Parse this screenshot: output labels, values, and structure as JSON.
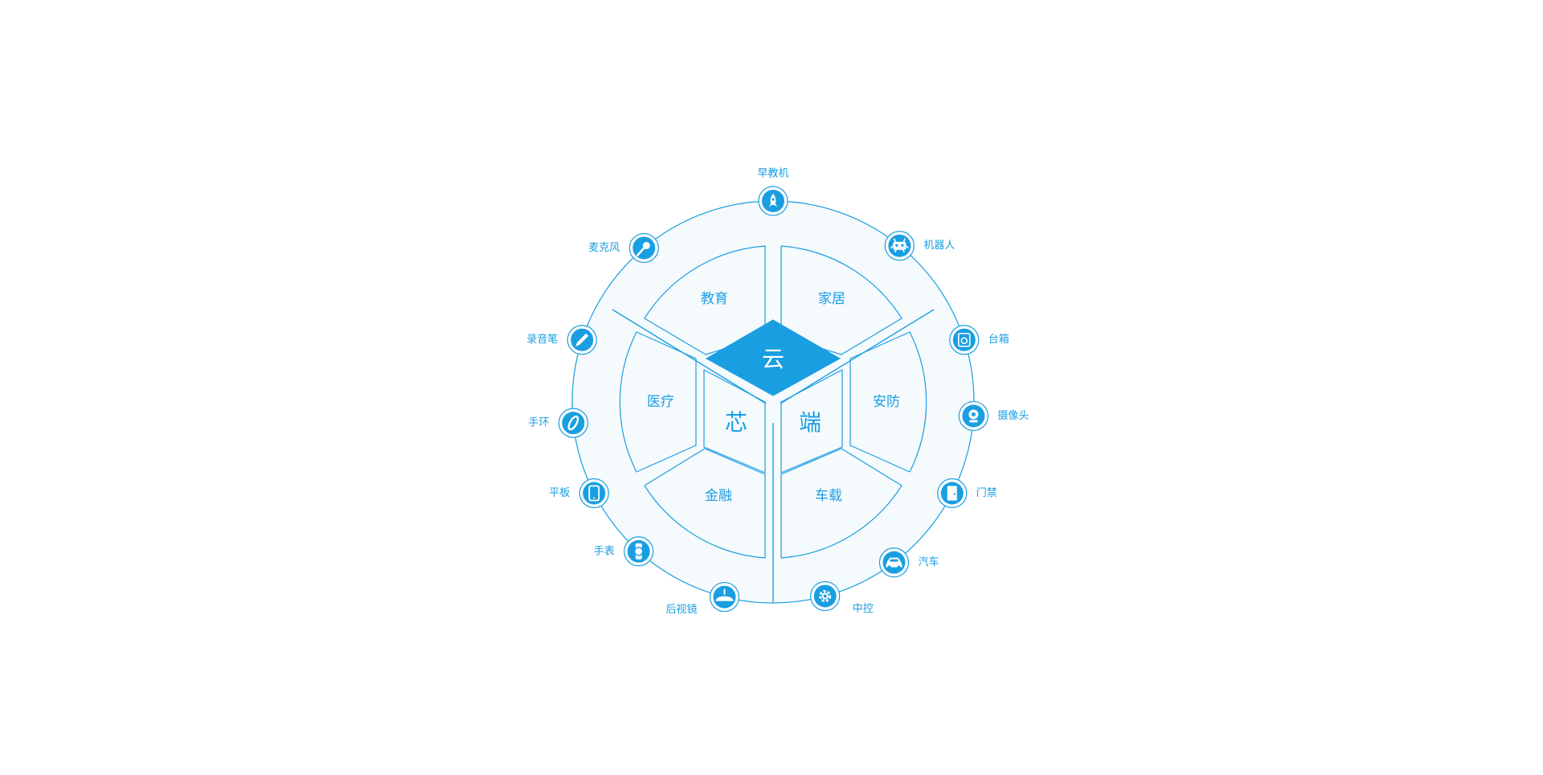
{
  "colors": {
    "accent": "#1a9ee2",
    "fill_light": "#f5fafd",
    "background": "#ffffff"
  },
  "center": {
    "top": "云",
    "left": "芯",
    "right": "端"
  },
  "sectors": [
    {
      "id": "education",
      "label": "教育"
    },
    {
      "id": "home",
      "label": "家居"
    },
    {
      "id": "security",
      "label": "安防"
    },
    {
      "id": "vehicle",
      "label": "车载"
    },
    {
      "id": "finance",
      "label": "金融"
    },
    {
      "id": "medical",
      "label": "医疗"
    }
  ],
  "devices": [
    {
      "label": "早教机",
      "icon": "rocket-icon"
    },
    {
      "label": "机器人",
      "icon": "robot-icon"
    },
    {
      "label": "台箱",
      "icon": "speaker-icon"
    },
    {
      "label": "摄像头",
      "icon": "webcam-icon"
    },
    {
      "label": "门禁",
      "icon": "door-icon"
    },
    {
      "label": "汽车",
      "icon": "car-icon"
    },
    {
      "label": "中控",
      "icon": "gear-icon"
    },
    {
      "label": "后视镜",
      "icon": "rearview-mirror-icon"
    },
    {
      "label": "手表",
      "icon": "watch-icon"
    },
    {
      "label": "平板",
      "icon": "tablet-icon"
    },
    {
      "label": "手环",
      "icon": "bracelet-icon"
    },
    {
      "label": "录音笔",
      "icon": "pen-icon"
    },
    {
      "label": "麦克风",
      "icon": "microphone-icon"
    }
  ]
}
